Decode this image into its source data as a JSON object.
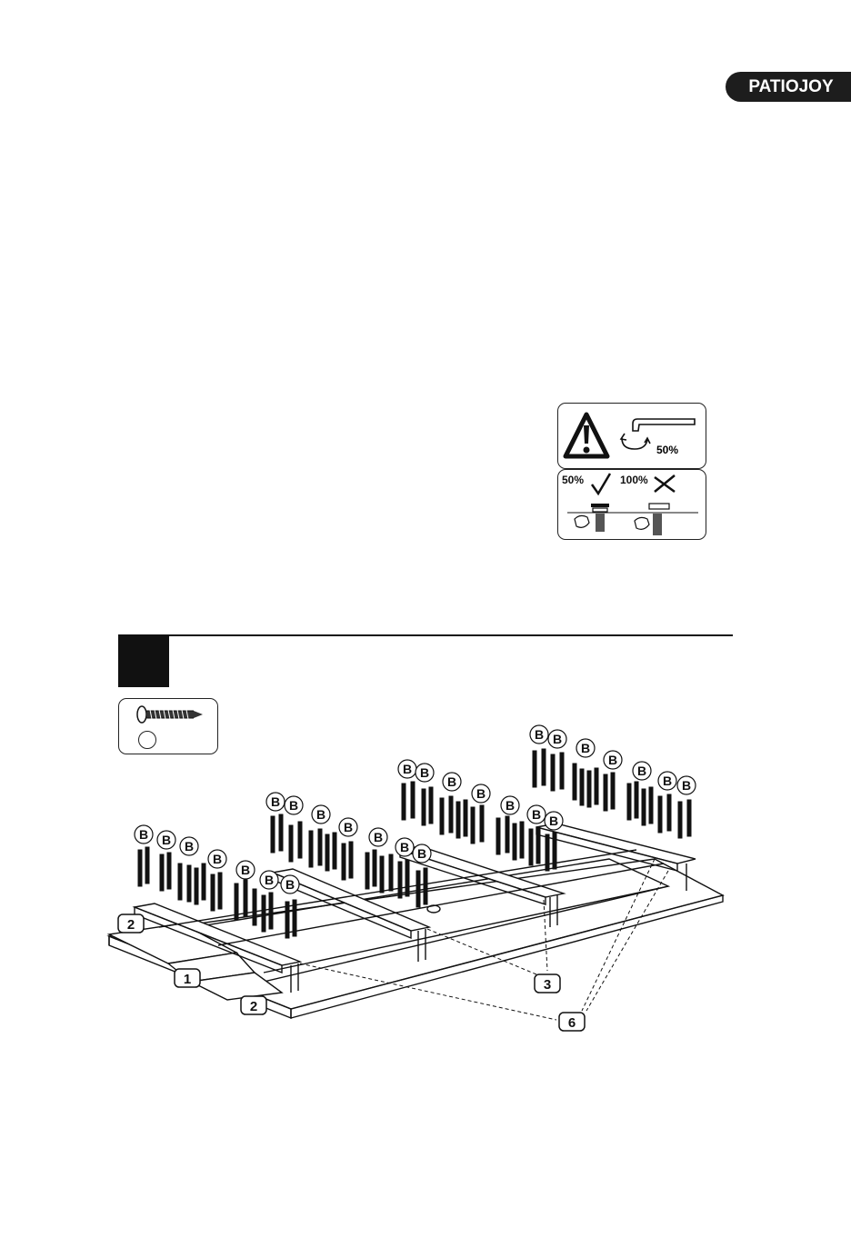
{
  "brand": {
    "logo_text": "PATIOJOY"
  },
  "warning": {
    "percent": "50%"
  },
  "torque": {
    "ok_percent": "50%",
    "bad_percent": "100%"
  },
  "step": {
    "number": ""
  },
  "parts": {
    "label": ""
  },
  "diagram": {
    "screw_label": "B",
    "part_labels": [
      "2",
      "1",
      "2",
      "3",
      "6"
    ]
  }
}
